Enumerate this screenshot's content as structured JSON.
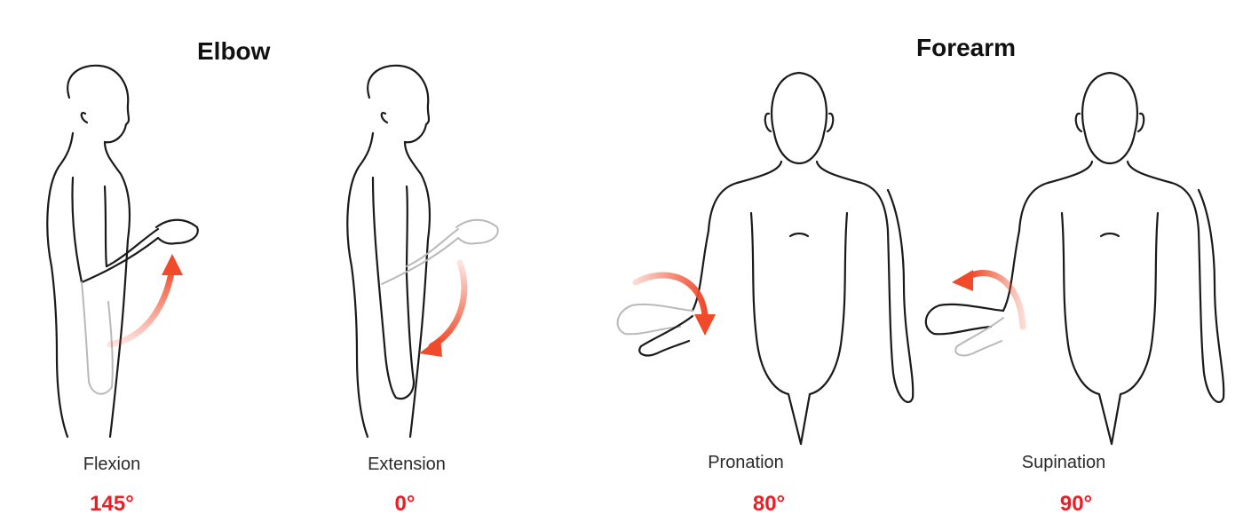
{
  "sections": {
    "elbow": {
      "title": "Elbow"
    },
    "forearm": {
      "title": "Forearm"
    }
  },
  "movements": [
    {
      "name": "Flexion",
      "value": "145°"
    },
    {
      "name": "Extension",
      "value": "0°"
    },
    {
      "name": "Pronation",
      "value": "80°"
    },
    {
      "name": "Supination",
      "value": "90°"
    }
  ],
  "colors": {
    "accent": "#f04a2a",
    "value_text": "#ee1c24",
    "line": "#1a1a1a"
  }
}
